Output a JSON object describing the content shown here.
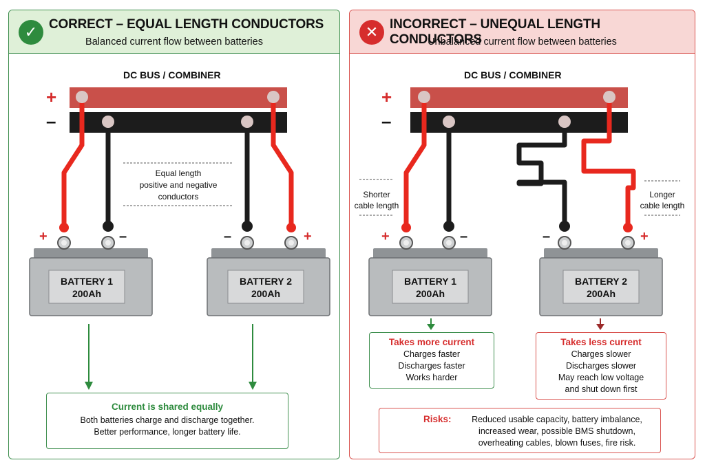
{
  "left": {
    "title": "CORRECT – EQUAL LENGTH CONDUCTORS",
    "subtitle": "Balanced current flow between batteries",
    "icon": "check-icon",
    "bus_label": "DC BUS / COMBINER",
    "plus": "+",
    "minus": "–",
    "annotation": [
      "Equal length",
      "positive and negative",
      "conductors"
    ],
    "battery1": {
      "name": "BATTERY 1",
      "capacity": "200Ah"
    },
    "battery2": {
      "name": "BATTERY 2",
      "capacity": "200Ah"
    },
    "result_title": "Current is shared equally",
    "result_lines": [
      "Both batteries charge and discharge together.",
      "Better performance, longer battery life."
    ]
  },
  "right": {
    "title": "INCORRECT – UNEQUAL LENGTH CONDUCTORS",
    "subtitle": "Unbalanced current flow between batteries",
    "icon": "x-icon",
    "bus_label": "DC BUS / COMBINER",
    "plus": "+",
    "minus": "–",
    "short_label": [
      "Shorter",
      "cable length"
    ],
    "long_label": [
      "Longer",
      "cable length"
    ],
    "battery1": {
      "name": "BATTERY 1",
      "capacity": "200Ah"
    },
    "battery2": {
      "name": "BATTERY 2",
      "capacity": "200Ah"
    },
    "b1_title": "Takes more current",
    "b1_lines": [
      "Charges faster",
      "Discharges faster",
      "Works harder"
    ],
    "b2_title": "Takes less current",
    "b2_lines": [
      "Charges slower",
      "Discharges slower",
      "May reach low voltage",
      "and shut down first"
    ],
    "risks_label": "Risks:",
    "risks_lines": [
      "Reduced usable capacity, battery imbalance,",
      "increased wear, possible BMS shutdown,",
      "overheating cables, blown fuses, fire risk."
    ]
  },
  "colors": {
    "positive": "#e8281e",
    "negative": "#1c1c1c",
    "bus_pos": "#c9504a",
    "green": "#2e8b3e",
    "red": "#d62d2d"
  }
}
